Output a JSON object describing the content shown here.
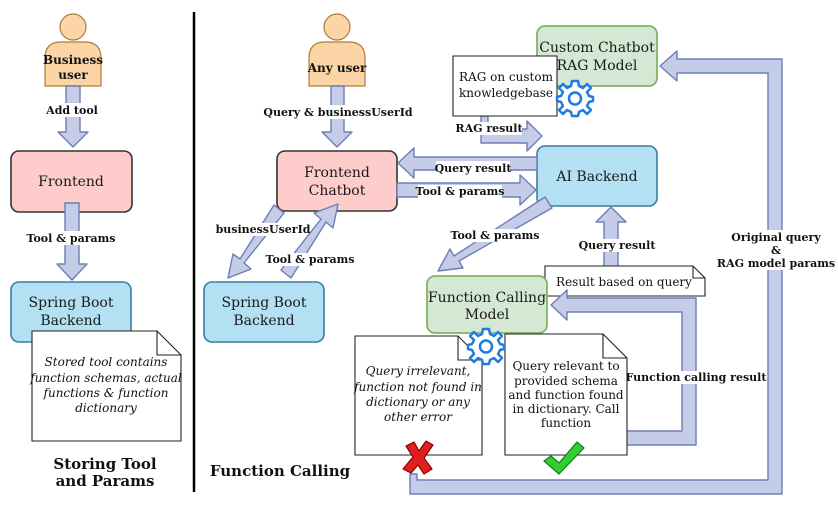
{
  "left": {
    "actor": {
      "line1": "Business",
      "line2": "user"
    },
    "add_tool_label": "Add tool",
    "frontend_label": "Frontend",
    "tool_params_label": "Tool & params",
    "spring_boot": {
      "line1": "Spring Boot",
      "line2": "Backend"
    },
    "stored_note": [
      "Stored tool contains",
      "function schemas, actual",
      "functions & function",
      "dictionary"
    ],
    "section_title": {
      "line1": "Storing Tool",
      "line2": "and Params"
    }
  },
  "right": {
    "actor": "Any user",
    "query_business_label": "Query & businessUserId",
    "frontend_chatbot": {
      "line1": "Frontend",
      "line2": "Chatbot"
    },
    "business_user_id_label": "businessUserId",
    "tool_params_label_left": "Tool & params",
    "spring_boot": {
      "line1": "Spring Boot",
      "line2": "Backend"
    },
    "custom_chatbot": {
      "line1": "Custom Chatbot",
      "line2": "RAG Model"
    },
    "rag_note": {
      "line1": "RAG on custom",
      "line2": "knowledgebase"
    },
    "rag_result_label": "RAG result",
    "query_result_label_top": "Query result",
    "tool_params_label_mid": "Tool & params",
    "ai_backend_label": "AI Backend",
    "tool_params_label_down": "Tool & params",
    "query_result_label_mid": "Query result",
    "result_based_label": "Result based on query",
    "function_calling": {
      "line1": "Function Calling",
      "line2": "Model"
    },
    "original_query_label": {
      "line1": "Original query",
      "line2": "&",
      "line3": "RAG model params"
    },
    "function_calling_result_label": "Function calling result",
    "irrelevant_note": [
      "Query irrelevant,",
      "function not found in",
      "dictionary or any",
      "other error"
    ],
    "relevant_note": [
      "Query relevant to",
      "provided schema",
      "and function found",
      "in dictionary. Call",
      "function"
    ],
    "section_title": "Function Calling"
  },
  "colors": {
    "frontend_fill": "#ffcccc",
    "backend_fill": "#b3e0f2",
    "model_fill": "#d5e8d4",
    "person_fill": "#fbd5a5",
    "arrow_fill": "#c5cce8",
    "arrow_stroke": "#6c7fb5",
    "gear": "#1e7be0",
    "cross": "#e02020",
    "check": "#33cc33"
  }
}
